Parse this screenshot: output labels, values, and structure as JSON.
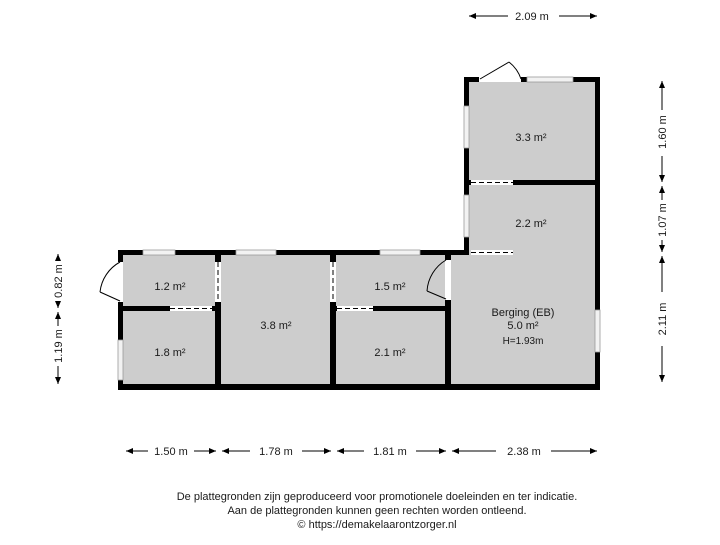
{
  "rooms": {
    "r1": {
      "area": "1.2 m²"
    },
    "r2": {
      "area": "1.8 m²"
    },
    "r3": {
      "area": "3.8 m²"
    },
    "r4": {
      "area": "1.5 m²"
    },
    "r5": {
      "area": "2.1 m²"
    },
    "r6": {
      "name": "Berging (EB)",
      "area": "5.0 m²",
      "height": "H=1.93m"
    },
    "r7": {
      "area": "3.3 m²"
    },
    "r8": {
      "area": "2.2 m²"
    }
  },
  "dimensions": {
    "top": "2.09 m",
    "bottom": [
      "1.50 m",
      "1.78 m",
      "1.81 m",
      "2.38 m"
    ],
    "right": [
      "1.60 m",
      "1.07 m",
      "2.11 m"
    ],
    "left": [
      "0.82 m",
      "1.19 m"
    ]
  },
  "footer": {
    "line1": "De plattegronden zijn geproduceerd voor promotionele doeleinden en ter indicatie.",
    "line2": "Aan de plattegronden kunnen geen rechten worden ontleend.",
    "line3": "© https://demakelaarontzorger.nl"
  },
  "colors": {
    "wall": "#000000",
    "floor": "#cdcdcd",
    "window": "#e6e6e6"
  }
}
